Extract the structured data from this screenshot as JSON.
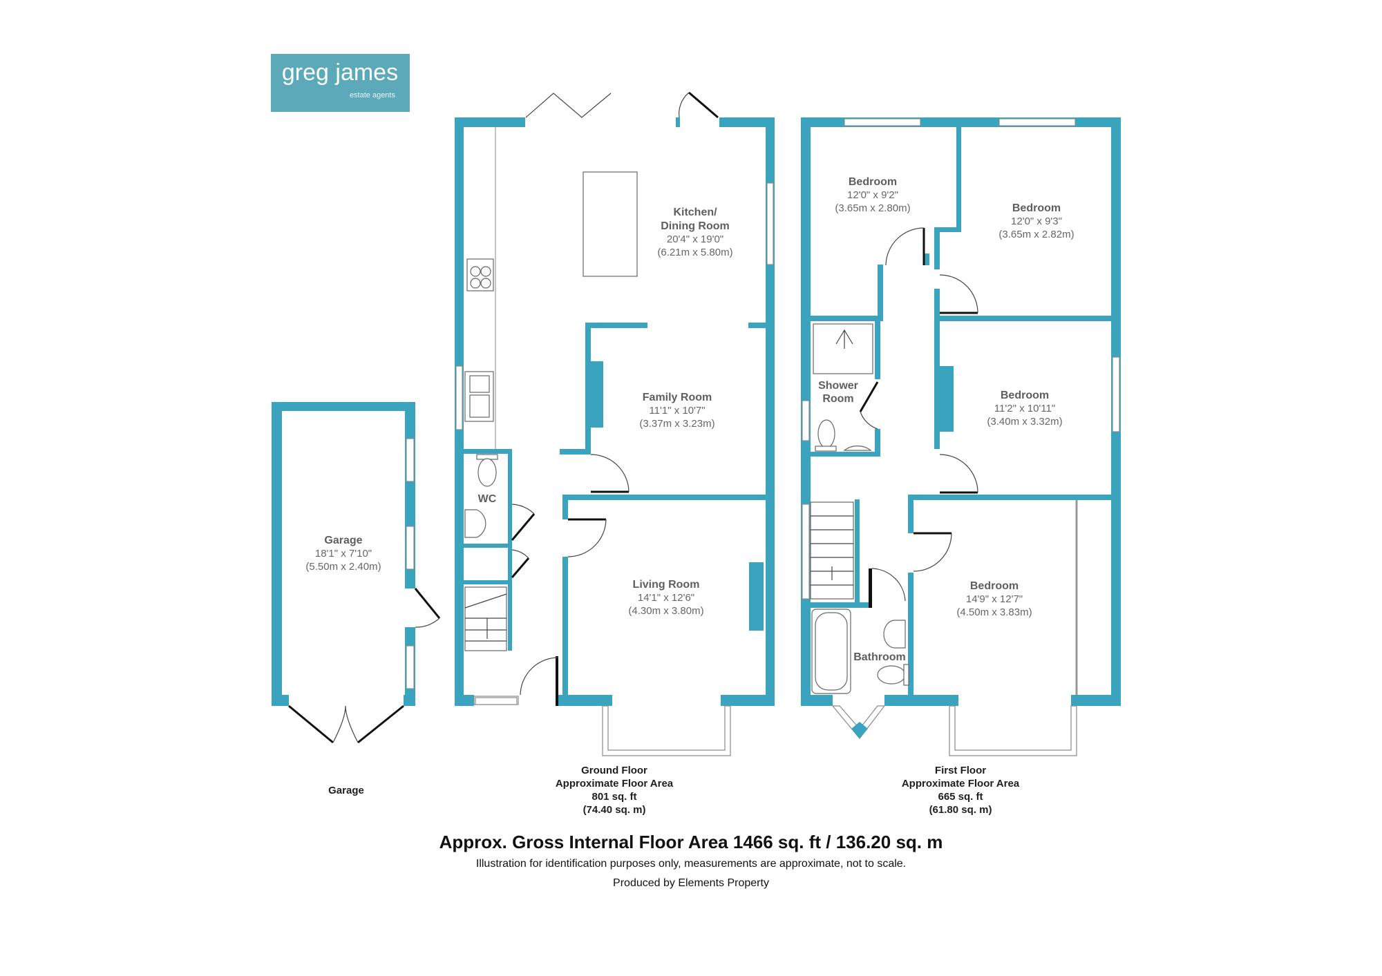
{
  "logo": {
    "name": "greg james",
    "tagline": "estate agents",
    "background": "#5ba9b9"
  },
  "colors": {
    "wall": "#3aa3bd"
  },
  "rooms": {
    "kitchen": {
      "name1": "Kitchen/",
      "name2": "Dining Room",
      "imperial": "20'4\" x 19'0\"",
      "metric": "(6.21m x 5.80m)"
    },
    "family": {
      "name": "Family Room",
      "imperial": "11'1\" x 10'7\"",
      "metric": "(3.37m x 3.23m)"
    },
    "living": {
      "name": "Living Room",
      "imperial": "14'1\" x 12'6\"",
      "metric": "(4.30m x 3.80m)"
    },
    "wc": {
      "name": "WC"
    },
    "garage": {
      "name": "Garage",
      "imperial": "18'1\" x 7'10\"",
      "metric": "(5.50m x 2.40m)"
    },
    "bedroom1": {
      "name": "Bedroom",
      "imperial": "12'0\" x 9'2\"",
      "metric": "(3.65m x 2.80m)"
    },
    "bedroom2": {
      "name": "Bedroom",
      "imperial": "12'0\" x 9'3\"",
      "metric": "(3.65m x 2.82m)"
    },
    "shower": {
      "name1": "Shower",
      "name2": "Room"
    },
    "bedroom3": {
      "name": "Bedroom",
      "imperial": "11'2\" x 10'11\"",
      "metric": "(3.40m x 3.32m)"
    },
    "bedroom4": {
      "name": "Bedroom",
      "imperial": "14'9\" x 12'7\"",
      "metric": "(4.50m x 3.83m)"
    },
    "bathroom": {
      "name": "Bathroom"
    }
  },
  "floors": {
    "garage": {
      "title": "Garage"
    },
    "ground": {
      "title": "Ground Floor",
      "label": "Approximate Floor Area",
      "sqft": "801 sq. ft",
      "sqm": "(74.40 sq. m)"
    },
    "first": {
      "title": "First Floor",
      "label": "Approximate Floor Area",
      "sqft": "665 sq. ft",
      "sqm": "(61.80 sq. m)"
    }
  },
  "footer": {
    "title": "Approx. Gross Internal Floor Area 1466 sq. ft / 136.20 sq. m",
    "disclaimer": "Illustration for identification purposes only, measurements are approximate, not to scale.",
    "credit": "Produced by Elements Property"
  }
}
